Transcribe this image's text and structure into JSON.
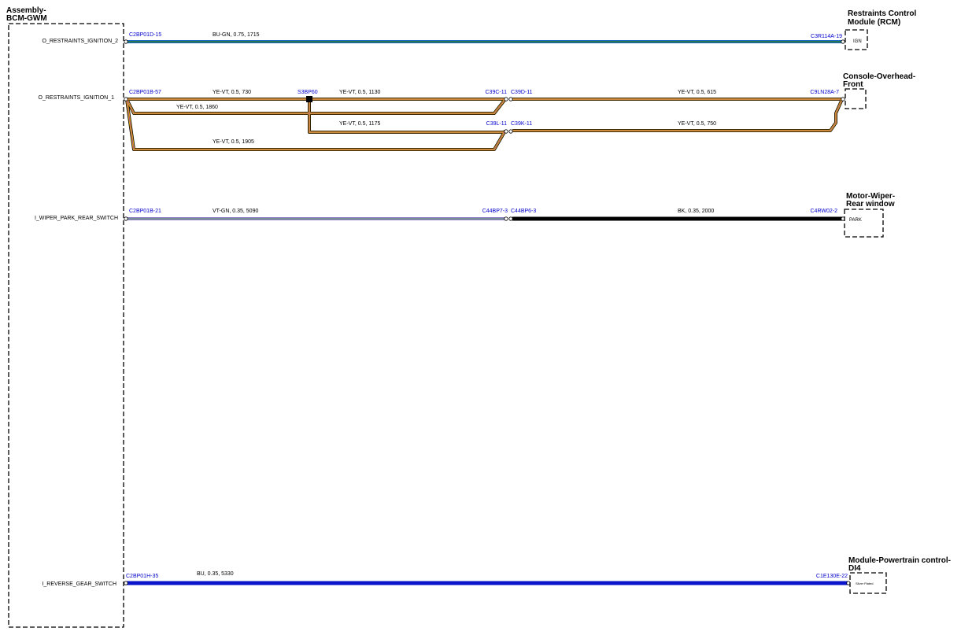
{
  "source_module": {
    "title_line1": "Assembly-",
    "title_line2": "BCM-GWM",
    "signals": [
      "O_RESTRAINTS_IGNITION_2",
      "O_RESTRAINTS_IGNITION_1",
      "I_WIPER_PARK_REAR_SWITCH",
      "I_REVERSE_GEAR_SWITCH"
    ]
  },
  "modules": {
    "rcm": {
      "line1": "Restraints Control",
      "line2": "Module (RCM)",
      "pin": "IGN"
    },
    "console": {
      "line1": "Console-Overhead-",
      "line2": "Front"
    },
    "wiper": {
      "line1": "Motor-Wiper-",
      "line2": "Rear window",
      "pin": "PARK"
    },
    "pcm": {
      "line1": "Module-Powertrain control-",
      "line2": "DI4",
      "pin": "Silver Plated"
    }
  },
  "connectors": {
    "c2bp01d_15": "C2BP01D-15",
    "c3r114a_19": "C3R114A-19",
    "c2bp01b_57": "C2BP01B-57",
    "s3bp60": "S3BP60",
    "c39c_11": "C39C-11",
    "c39d_11": "C39D-11",
    "c9ln28a_7": "C9LN28A-7",
    "c39l_11": "C39L-11",
    "c39k_11": "C39K-11",
    "c2bp01b_21": "C2BP01B-21",
    "c44bp7_3": "C44BP7-3",
    "c44bp6_3": "C44BP6-3",
    "c4rw02_2": "C4RW02-2",
    "c2bp01h_35": "C2BP01H-35",
    "c1e130e_22": "C1E130E-22"
  },
  "wires": {
    "w1715": "BU-GN,  0.75,  1715",
    "w730": "YE-VT,  0.5,  730",
    "w1130": "YE-VT,  0.5,  1130",
    "w615": "YE-VT,  0.5,  615",
    "w1860": "YE-VT,  0.5,  1860",
    "w1175": "YE-VT,  0.5,  1175",
    "w750": "YE-VT,  0.5,  750",
    "w1905": "YE-VT,  0.5,  1905",
    "w5090": "VT-GN,  0.35,  5090",
    "w2000": "BK,  0.35,  2000",
    "w5330": "BU,  0.35,  5330"
  },
  "colors": {
    "blue_green_base": "#2e7d32",
    "blue_green_stripe": "#1565c0",
    "yellow_violet_base": "#f4b400",
    "yellow_violet_stripe": "#8e44ad",
    "violet_green_base": "#8e7cc3",
    "violet_green_stripe": "#4caf50",
    "black": "#000000",
    "blue": "#0a14c8",
    "connector_text": "#0000cc"
  }
}
